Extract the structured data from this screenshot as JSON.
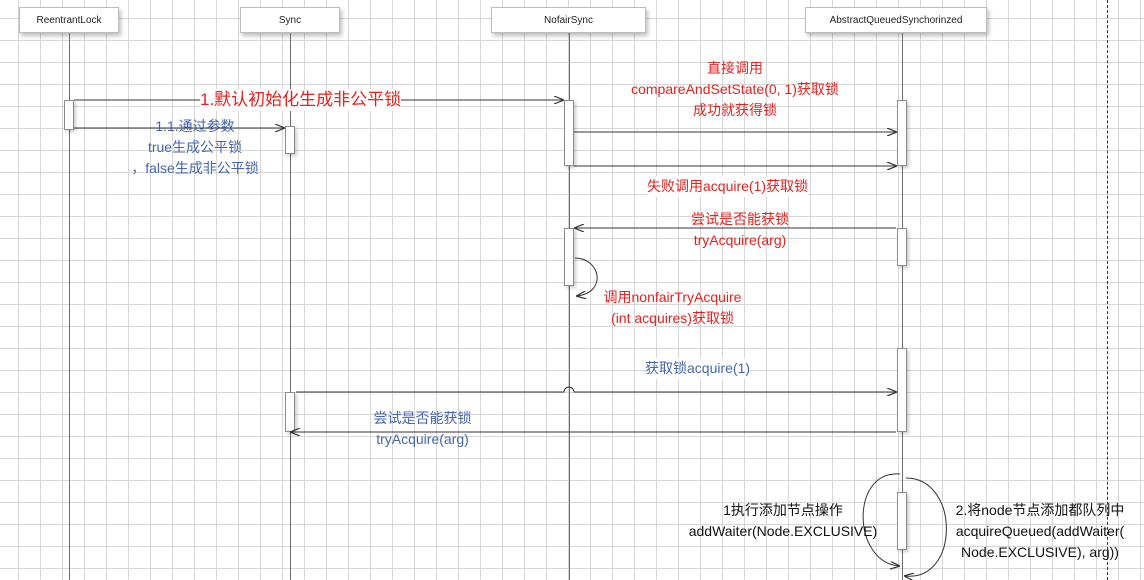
{
  "lifelines": {
    "reentrant_lock": "ReentrantLock",
    "sync": "Sync",
    "nofair_sync": "NofairSync",
    "aqs": "AbstractQueuedSynchorinzed"
  },
  "messages": {
    "m1": "1.默认初始化生成非公平锁",
    "m11_line1": "1.1.通过参数",
    "m11_line2": "true生成公平锁",
    "m11_line3": "，false生成非公平锁",
    "direct_line1": "直接调用",
    "direct_line2": "compareAndSetState(0, 1)获取锁",
    "direct_line3": "成功就获得锁",
    "fail_acquire": "失败调用acquire(1)获取锁",
    "try_line1": "尝试是否能获锁",
    "try_line2": "tryAcquire(arg)",
    "nonfair_line1": "调用nonfairTryAcquire",
    "nonfair_line2": "(int acquires)获取锁",
    "acquire1": "获取锁acquire(1)",
    "try2_line1": "尝试是否能获锁",
    "try2_line2": "tryAcquire(arg)",
    "addwaiter_line1": "1执行添加节点操作",
    "addwaiter_line2": "addWaiter(Node.EXCLUSIVE)",
    "queued_line1": "2.将node节点添加都队列中",
    "queued_line2": "acquireQueued(addWaiter(",
    "queued_line3": "Node.EXCLUSIVE), arg))"
  },
  "colors": {
    "red": "#e8211c",
    "blue": "#4466b0",
    "line": "#333333",
    "grid": "#d6d6d6"
  }
}
